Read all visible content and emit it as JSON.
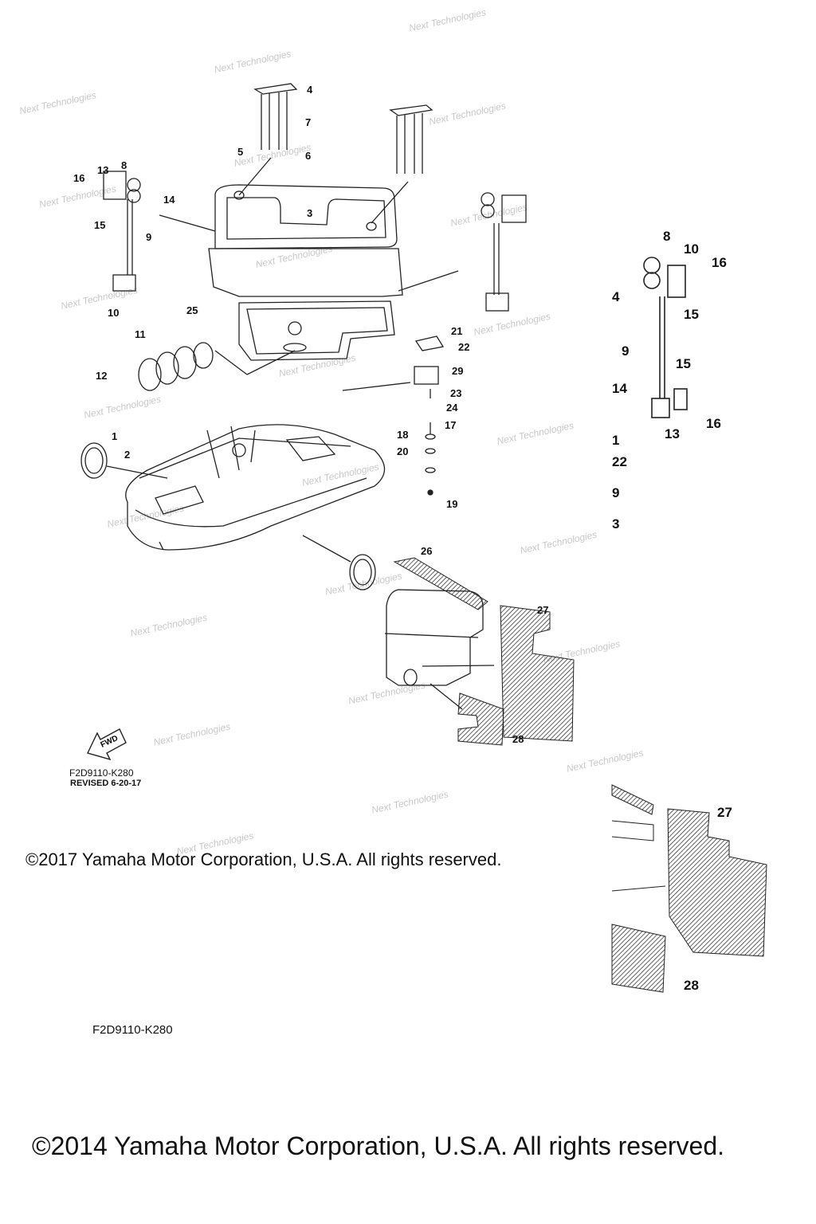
{
  "diagram": {
    "callouts_main": [
      "1",
      "2",
      "3",
      "4",
      "5",
      "6",
      "7",
      "8",
      "9",
      "10",
      "11",
      "12",
      "13",
      "14",
      "15",
      "16",
      "17",
      "18",
      "19",
      "20",
      "21",
      "22",
      "23",
      "24",
      "25",
      "26",
      "27",
      "28",
      "29"
    ],
    "callouts_detail": [
      "8",
      "10",
      "16",
      "4",
      "15",
      "9",
      "15",
      "14",
      "13",
      "16",
      "1",
      "22",
      "9",
      "3"
    ],
    "watermark_text": "Next Technologies",
    "fwd_label": "FWD",
    "part_code_small": "F2D9110-K280",
    "revised_text": "REVISED 6-20-17",
    "copyright_2017": "©2017 Yamaha Motor Corporation, U.S.A. All rights reserved.",
    "part_code": "F2D9110-K280",
    "copyright_2014": "©2014 Yamaha Motor Corporation, U.S.A. All rights reserved."
  }
}
